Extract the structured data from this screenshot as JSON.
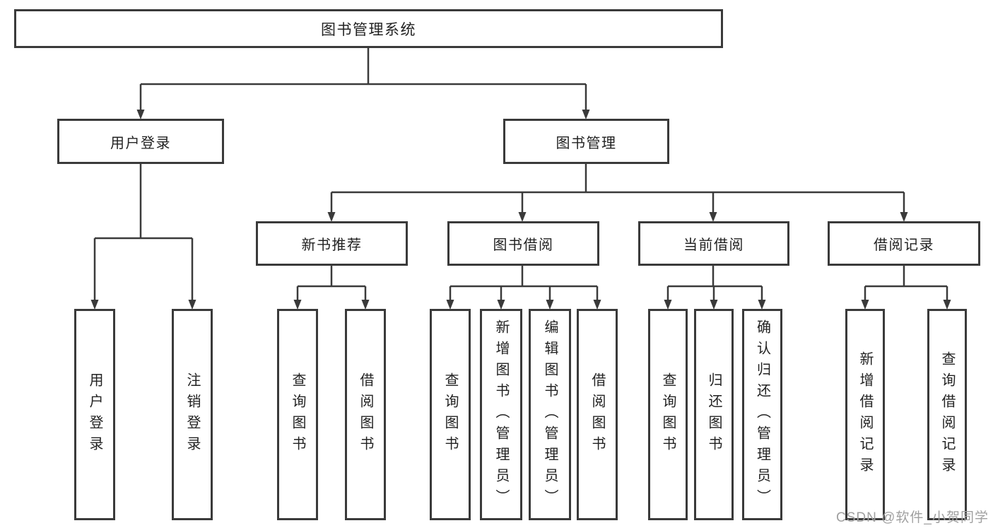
{
  "tree": {
    "root": "图书管理系统",
    "branches": [
      {
        "label": "用户登录",
        "children": [
          "用户登录",
          "注销登录"
        ]
      },
      {
        "label": "图书管理",
        "children": [
          {
            "label": "新书推荐",
            "children": [
              "查询图书",
              "借阅图书"
            ]
          },
          {
            "label": "图书借阅",
            "children": [
              "查询图书",
              "新增图书（管理员）",
              "编辑图书（管理员）",
              "借阅图书"
            ]
          },
          {
            "label": "当前借阅",
            "children": [
              "查询图书",
              "归还图书",
              "确认归还（管理员）"
            ]
          },
          {
            "label": "借阅记录",
            "children": [
              "新增借阅记录",
              "查询借阅记录"
            ]
          }
        ]
      }
    ]
  },
  "watermark": "CSDN @软件_小贺同学",
  "colors": {
    "line": "#3a3a3a",
    "text": "#222222",
    "box_background": "#ffffff",
    "watermark": "#a0a0a0",
    "background": "#ffffff"
  }
}
